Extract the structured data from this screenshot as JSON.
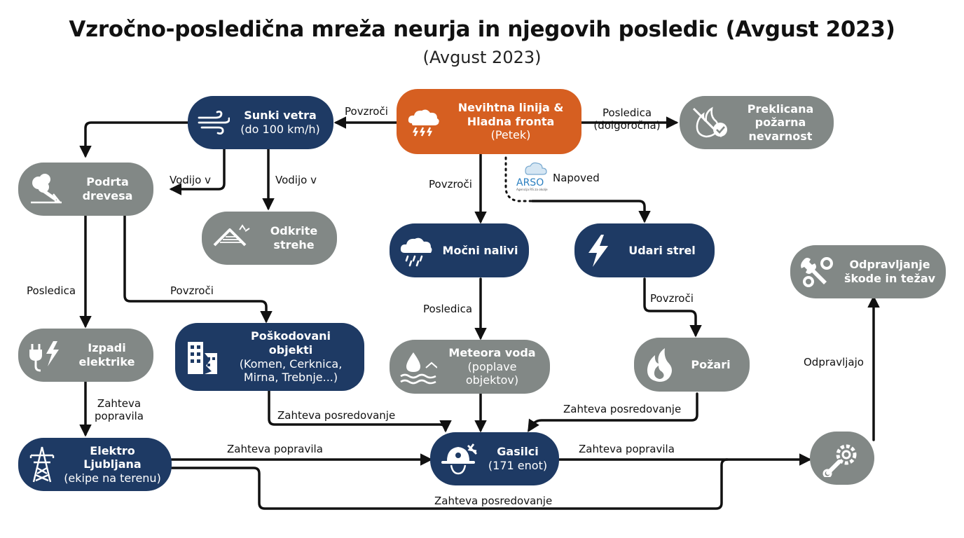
{
  "title": "Vzročno-posledična mreža neurja in njegovih posledic (Avgust 2023)",
  "subtitle": "(Avgust 2023)",
  "nodes": {
    "storm": {
      "line1": "Nevihtna linija &",
      "line2": "Hladna fronta",
      "sub": "(Petek)",
      "icon": "storm-cloud-lightning-icon"
    },
    "wind": {
      "line1": "Sunki vetra",
      "sub": "(do 100 km/h)",
      "icon": "wind-icon"
    },
    "fire_danger": {
      "line1": "Preklicana",
      "line2": "požarna",
      "line3": "nevarnost",
      "icon": "fire-cancelled-icon"
    },
    "trees": {
      "line1": "Podrta",
      "line2": "drevesa",
      "icon": "fallen-tree-icon"
    },
    "roofs": {
      "line1": "Odkrite",
      "line2": "strehe",
      "icon": "roof-icon"
    },
    "rain": {
      "line1": "Močni nalivi",
      "icon": "rain-cloud-icon"
    },
    "lightning": {
      "line1": "Udari strel",
      "icon": "lightning-bolt-icon"
    },
    "repair_top": {
      "line1": "Odpravljanje",
      "line2": "škode in težav",
      "icon": "wrench-gears-icon"
    },
    "power_out": {
      "line1": "Izpadi",
      "line2": "elektrike",
      "icon": "plug-lightning-icon"
    },
    "damaged": {
      "line1": "Poškodovani objekti",
      "sub": "(Komen, Cerknica, Mirna, Trebnje...)",
      "icon": "buildings-icon"
    },
    "flood": {
      "line1": "Meteora voda",
      "sub": "(poplave objektov)",
      "icon": "water-flood-icon"
    },
    "fires": {
      "line1": "Požari",
      "icon": "flame-icon"
    },
    "elektro": {
      "line1": "Elektro Ljubljana",
      "sub": "(ekipe na terenu)",
      "icon": "power-tower-icon"
    },
    "firefighters": {
      "line1": "Gasilci",
      "sub": "(171 enot)",
      "icon": "firefighter-helmet-icon"
    },
    "repair_hub": {
      "icon": "wrench-gear-icon"
    }
  },
  "edges": [
    {
      "label": "Povzroči"
    },
    {
      "label": "Posledica",
      "sub": "(dolgoročna)"
    },
    {
      "label": "Vodijo v"
    },
    {
      "label": "Vodijo v"
    },
    {
      "label": "Povzroči"
    },
    {
      "label": "Napoved"
    },
    {
      "label": "Posledica"
    },
    {
      "label": "Povzroči"
    },
    {
      "label": "Posledica"
    },
    {
      "label": "Povzroči"
    },
    {
      "label": "Zahteva",
      "sub": "popravila"
    },
    {
      "label": "Zahteva posredovanje"
    },
    {
      "label": "Zahteva posredovanje"
    },
    {
      "label": "Zahteva popravila"
    },
    {
      "label": "Zahteva popravila"
    },
    {
      "label": "Zahteva posredovanje"
    },
    {
      "label": "Odpravljajo"
    }
  ],
  "arso": {
    "logo_text": "ARSO",
    "tagline": "Agencija RS za okolje"
  },
  "colors": {
    "navy": "#1e3a64",
    "grey": "#828886",
    "orange": "#d65f21",
    "arrow": "#111111"
  }
}
